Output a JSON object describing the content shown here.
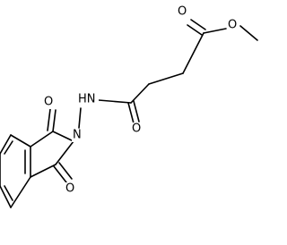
{
  "molecule": {
    "atoms": {
      "O_ester_carbonyl": "O",
      "O_ester_methoxy": "O",
      "NH_amide": "HN",
      "O_amide_carbonyl": "O",
      "N_imide": "N",
      "O_imide_top": "O",
      "O_imide_bottom": "O"
    }
  }
}
